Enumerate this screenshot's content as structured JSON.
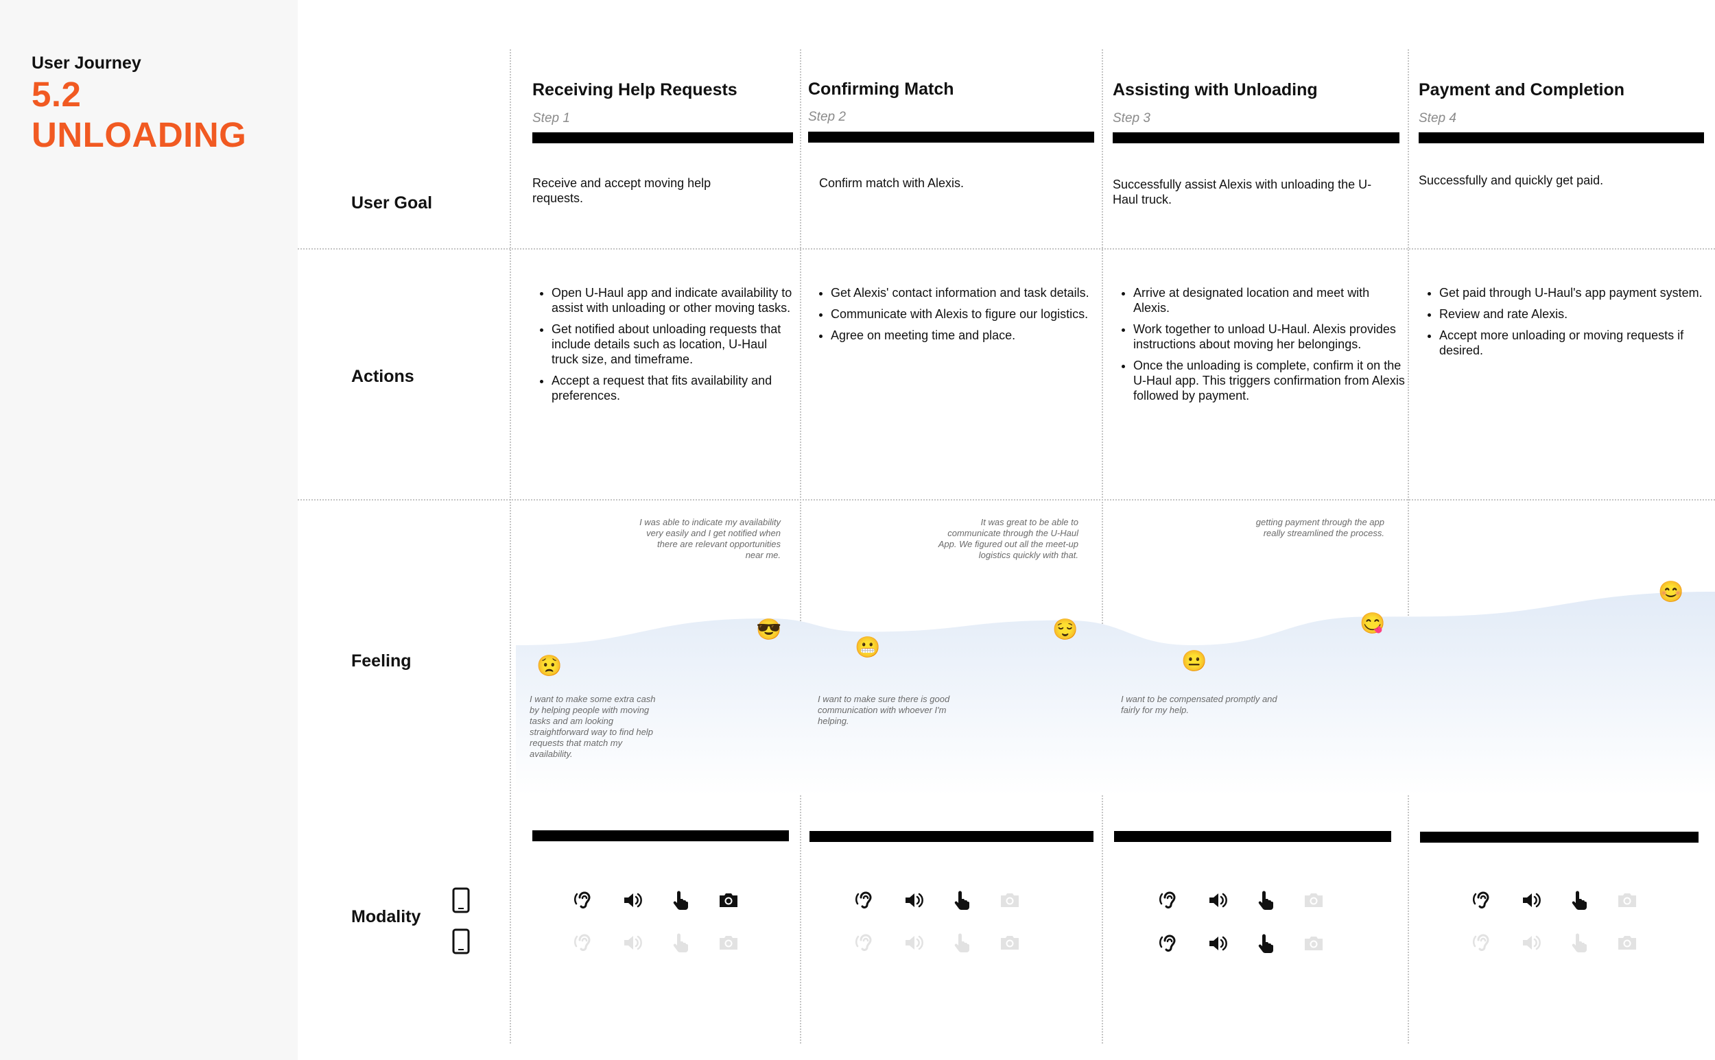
{
  "header": {
    "subtitle": "User Journey",
    "title": "5.2 UNLOADING"
  },
  "rows": {
    "goal": "User Goal",
    "actions": "Actions",
    "feeling": "Feeling",
    "modality": "Modality"
  },
  "colors": {
    "accent": "#f15a22",
    "feeling_fill": "#e6eef8",
    "icon_active": "#111111",
    "icon_inactive": "#e2e2e2"
  },
  "steps": [
    {
      "title": "Receiving Help Requests",
      "step": "Step 1",
      "goal": "Receive and accept moving help requests.",
      "actions": [
        "Open U-Haul app and indicate availability to assist with unloading or other moving tasks.",
        "Get notified about unloading requests that include details such as location, U-Haul truck size, and timeframe.",
        "Accept a request that fits availability and preferences."
      ],
      "quote_top": "I was able to indicate my availability very easily and I get notified when there are relevant opportunities near me.",
      "quote_bottom": "I want to make some extra cash by helping people with moving tasks and am looking straightforward way to find help requests that match my availability.",
      "emojis": [
        "😟",
        "😎"
      ],
      "modality": {
        "phone1": [
          "ear-icon",
          "speaker-icon",
          "touch-icon",
          "camera-icon"
        ],
        "phone1_active": [
          true,
          true,
          true,
          true
        ],
        "phone2_active": [
          false,
          false,
          false,
          false
        ]
      }
    },
    {
      "title": "Confirming Match",
      "step": "Step 2",
      "goal": "Confirm match with Alexis.",
      "actions": [
        "Get Alexis' contact information and task details.",
        "Communicate with Alexis to figure our logistics.",
        "Agree on meeting time and place."
      ],
      "quote_top": "It was great to be able to communicate through the U-Haul App. We figured out all the meet-up logistics quickly with that.",
      "quote_bottom": "I want to make sure there is good communication with whoever I'm helping.",
      "emojis": [
        "😬",
        "😌"
      ],
      "modality": {
        "phone1_active": [
          true,
          true,
          true,
          false
        ],
        "phone2_active": [
          false,
          false,
          false,
          false
        ]
      }
    },
    {
      "title": "Assisting with Unloading",
      "step": "Step 3",
      "goal": "Successfully assist Alexis with unloading the U-Haul truck.",
      "actions": [
        "Arrive at designated location and meet with Alexis.",
        "Work together to unload U-Haul. Alexis provides instructions about moving her belongings.",
        "Once the unloading is complete, confirm it on the U-Haul app. This triggers confirmation from Alexis followed by payment."
      ],
      "quote_top": "getting payment through the app really streamlined the process.",
      "quote_bottom": "I want to be compensated promptly and fairly for my help.",
      "emojis": [
        "😐",
        "😋"
      ],
      "modality": {
        "phone1_active": [
          true,
          true,
          true,
          false
        ],
        "phone2_active": [
          true,
          true,
          true,
          false
        ]
      }
    },
    {
      "title": "Payment and Completion",
      "step": "Step 4",
      "goal": "Successfully and quickly get paid.",
      "actions": [
        "Get paid through U-Haul's app payment system.",
        "Review and rate Alexis.",
        "Accept more unloading or moving requests if desired."
      ],
      "quote_top": "",
      "quote_bottom": "",
      "emojis": [
        "😊"
      ],
      "modality": {
        "phone1_active": [
          true,
          true,
          true,
          false
        ],
        "phone2_active": [
          false,
          false,
          false,
          false
        ]
      }
    }
  ],
  "feeling_curve": {
    "levels": [
      0.3,
      0.6,
      0.45,
      0.58,
      0.3,
      0.62,
      0.62,
      0.9
    ]
  }
}
